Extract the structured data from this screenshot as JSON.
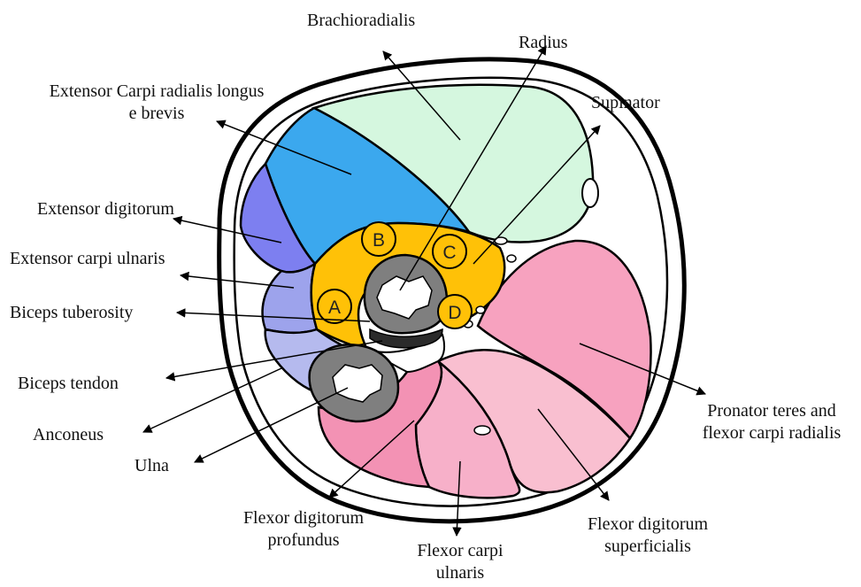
{
  "labels": {
    "brachioradialis": "Brachioradialis",
    "radius": "Radius",
    "ecrl_line1": "Extensor Carpi radialis longus",
    "ecrl_line2": "e brevis",
    "supinator": "Supinator",
    "extensor_digitorum": "Extensor digitorum",
    "extensor_carpi_ulnaris": "Extensor carpi ulnaris",
    "biceps_tuberosity": "Biceps tuberosity",
    "biceps_tendon": "Biceps tendon",
    "anconeus": "Anconeus",
    "ulna": "Ulna",
    "pronator_line1": "Pronator teres and",
    "pronator_line2": "flexor carpi radialis",
    "fdp_line1": "Flexor digitorum",
    "fdp_line2": "profundus",
    "fcu_line1": "Flexor carpi",
    "fcu_line2": "ulnaris",
    "fds_line1": "Flexor digitorum",
    "fds_line2": "superficialis"
  },
  "markers": {
    "a": "A",
    "b": "B",
    "c": "C",
    "d": "D"
  },
  "colors": {
    "brachioradialis": "#d5f7df",
    "extensor_carpi_radialis": "#3ba8ee",
    "extensor_digitorum": "#7d7ff0",
    "extensor_carpi_ulnaris": "#9da3ec",
    "anconeus": "#b5baee",
    "supinator": "#ffc107",
    "pronator_teres": "#f7a2bf",
    "flexor_digitorum_superficialis": "#f9bfd0",
    "flexor_carpi_ulnaris": "#f7b0c9",
    "flexor_digitorum_profundus": "#f392b4",
    "bone_cortex": "#7f7f7f",
    "biceps_tendon": "#2b2b2b"
  }
}
